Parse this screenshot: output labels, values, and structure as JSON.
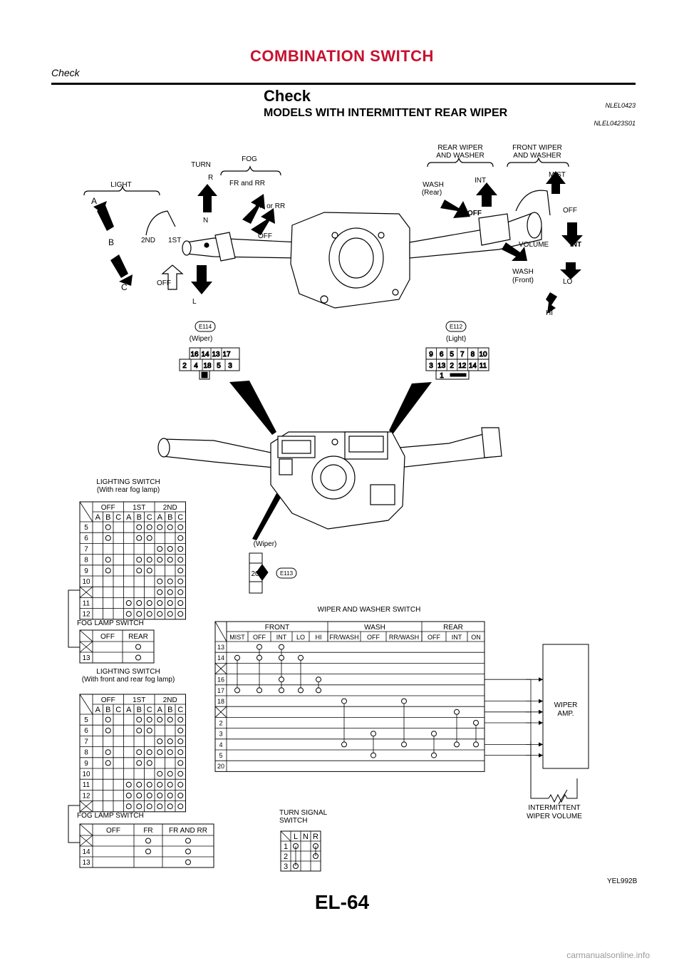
{
  "header": {
    "title": "COMBINATION SWITCH",
    "subtitle": "Check"
  },
  "section": {
    "title": "Check",
    "code": "NLEL0423",
    "subtitle": "MODELS WITH INTERMITTENT REAR WIPER",
    "subcode": "NLEL0423S01"
  },
  "labels": {
    "light": "LIGHT",
    "turn": "TURN",
    "fog": "FOG",
    "rear_wiper": "REAR WIPER",
    "and_washer": "AND WASHER",
    "front_wiper": "FRONT WIPER",
    "a": "A",
    "b": "B",
    "c": "C",
    "second": "2ND",
    "first": "1ST",
    "off": "OFF",
    "r": "R",
    "n": "N",
    "l": "L",
    "fr_and_rr": "FR and RR",
    "fr_or_rr": "FR or RR",
    "wash": "WASH",
    "rear_paren": "(Rear)",
    "int": "INT",
    "mist": "MIST",
    "volume": "VOLUME",
    "front_paren": "(Front)",
    "lo": "LO",
    "hi": "HI",
    "wiper": "(Wiper)",
    "light_paren": "(Light)"
  },
  "connectors": {
    "e114": "E114",
    "e112": "E112",
    "e113": "E113",
    "e114_row1": [
      "16",
      "14",
      "13",
      "17"
    ],
    "e114_row2": [
      "2",
      "4",
      "18",
      "5",
      "3"
    ],
    "e112_row1": [
      "9",
      "6",
      "5",
      "7",
      "8",
      "10"
    ],
    "e112_row2": [
      "3",
      "13",
      "2",
      "12",
      "14",
      "11"
    ],
    "e112_row3": "1",
    "e113_pin": "20"
  },
  "light_rear": {
    "title1": "LIGHTING SWITCH",
    "title2": "(With rear fog lamp)",
    "groups": [
      "OFF",
      "1ST",
      "2ND"
    ],
    "cols": [
      "A",
      "B",
      "C",
      "A",
      "B",
      "C",
      "A",
      "B",
      "C"
    ],
    "rows": [
      {
        "pin": "5",
        "c": [
          0,
          1,
          0,
          0,
          1,
          1,
          1,
          1,
          1
        ]
      },
      {
        "pin": "6",
        "c": [
          0,
          1,
          0,
          0,
          1,
          1,
          0,
          0,
          1
        ]
      },
      {
        "pin": "7",
        "c": [
          0,
          0,
          0,
          0,
          0,
          0,
          1,
          1,
          1
        ]
      },
      {
        "pin": "8",
        "c": [
          0,
          1,
          0,
          0,
          1,
          1,
          1,
          1,
          1
        ]
      },
      {
        "pin": "9",
        "c": [
          0,
          1,
          0,
          0,
          1,
          1,
          0,
          0,
          1
        ]
      },
      {
        "pin": "10",
        "c": [
          0,
          0,
          0,
          0,
          0,
          0,
          1,
          1,
          1
        ]
      },
      {
        "pin": "",
        "c": [
          0,
          0,
          0,
          0,
          0,
          0,
          1,
          1,
          1
        ]
      },
      {
        "pin": "11",
        "c": [
          0,
          0,
          0,
          1,
          1,
          1,
          1,
          1,
          1
        ]
      },
      {
        "pin": "12",
        "c": [
          0,
          0,
          0,
          1,
          1,
          1,
          1,
          1,
          1
        ]
      }
    ]
  },
  "fog_rear": {
    "title": "FOG LAMP SWITCH",
    "cols": [
      "OFF",
      "REAR"
    ],
    "rows": [
      {
        "pin": "",
        "c": [
          0,
          1
        ]
      },
      {
        "pin": "13",
        "c": [
          0,
          1
        ]
      }
    ]
  },
  "light_front": {
    "title1": "LIGHTING SWITCH",
    "title2": "(With front and rear fog lamp)",
    "groups": [
      "OFF",
      "1ST",
      "2ND"
    ],
    "cols": [
      "A",
      "B",
      "C",
      "A",
      "B",
      "C",
      "A",
      "B",
      "C"
    ],
    "rows": [
      {
        "pin": "5",
        "c": [
          0,
          1,
          0,
          0,
          1,
          1,
          1,
          1,
          1
        ]
      },
      {
        "pin": "6",
        "c": [
          0,
          1,
          0,
          0,
          1,
          1,
          0,
          0,
          1
        ]
      },
      {
        "pin": "7",
        "c": [
          0,
          0,
          0,
          0,
          0,
          0,
          1,
          1,
          1
        ]
      },
      {
        "pin": "8",
        "c": [
          0,
          1,
          0,
          0,
          1,
          1,
          1,
          1,
          1
        ]
      },
      {
        "pin": "9",
        "c": [
          0,
          1,
          0,
          0,
          1,
          1,
          0,
          0,
          1
        ]
      },
      {
        "pin": "10",
        "c": [
          0,
          0,
          0,
          0,
          0,
          0,
          1,
          1,
          1
        ]
      },
      {
        "pin": "11",
        "c": [
          0,
          0,
          0,
          1,
          1,
          1,
          1,
          1,
          1
        ]
      },
      {
        "pin": "12",
        "c": [
          0,
          0,
          0,
          1,
          1,
          1,
          1,
          1,
          1
        ]
      },
      {
        "pin": "",
        "c": [
          0,
          0,
          0,
          1,
          1,
          1,
          1,
          1,
          1
        ]
      }
    ]
  },
  "fog_front": {
    "title": "FOG LAMP SWITCH",
    "cols": [
      "OFF",
      "FR",
      "FR AND RR"
    ],
    "rows": [
      {
        "pin": "",
        "c": [
          0,
          1,
          1
        ]
      },
      {
        "pin": "14",
        "c": [
          0,
          1,
          1
        ]
      },
      {
        "pin": "13",
        "c": [
          0,
          0,
          1
        ]
      }
    ]
  },
  "wiper_table": {
    "title": "WIPER AND WASHER SWITCH",
    "groups": [
      "FRONT",
      "WASH",
      "REAR"
    ],
    "cols": [
      "MIST",
      "OFF",
      "INT",
      "LO",
      "HI",
      "FR/WASH",
      "OFF",
      "RR/WASH",
      "OFF",
      "INT",
      "ON"
    ],
    "rows": [
      "13",
      "14",
      "",
      "16",
      "17",
      "18",
      "",
      "2",
      "3",
      "4",
      "5",
      "20"
    ],
    "amp": "WIPER\nAMP.",
    "volume": "INTERMITTENT\nWIPER VOLUME"
  },
  "turn_table": {
    "title1": "TURN SIGNAL",
    "title2": "SWITCH",
    "cols": [
      "L",
      "N",
      "R"
    ],
    "rows": [
      {
        "pin": "1",
        "c": [
          1,
          0,
          1
        ]
      },
      {
        "pin": "2",
        "c": [
          0,
          0,
          1
        ]
      },
      {
        "pin": "3",
        "c": [
          1,
          0,
          0
        ]
      }
    ]
  },
  "figure_id": "YEL992B",
  "page_number": "EL-64",
  "footer": "carmanualsonline.info"
}
